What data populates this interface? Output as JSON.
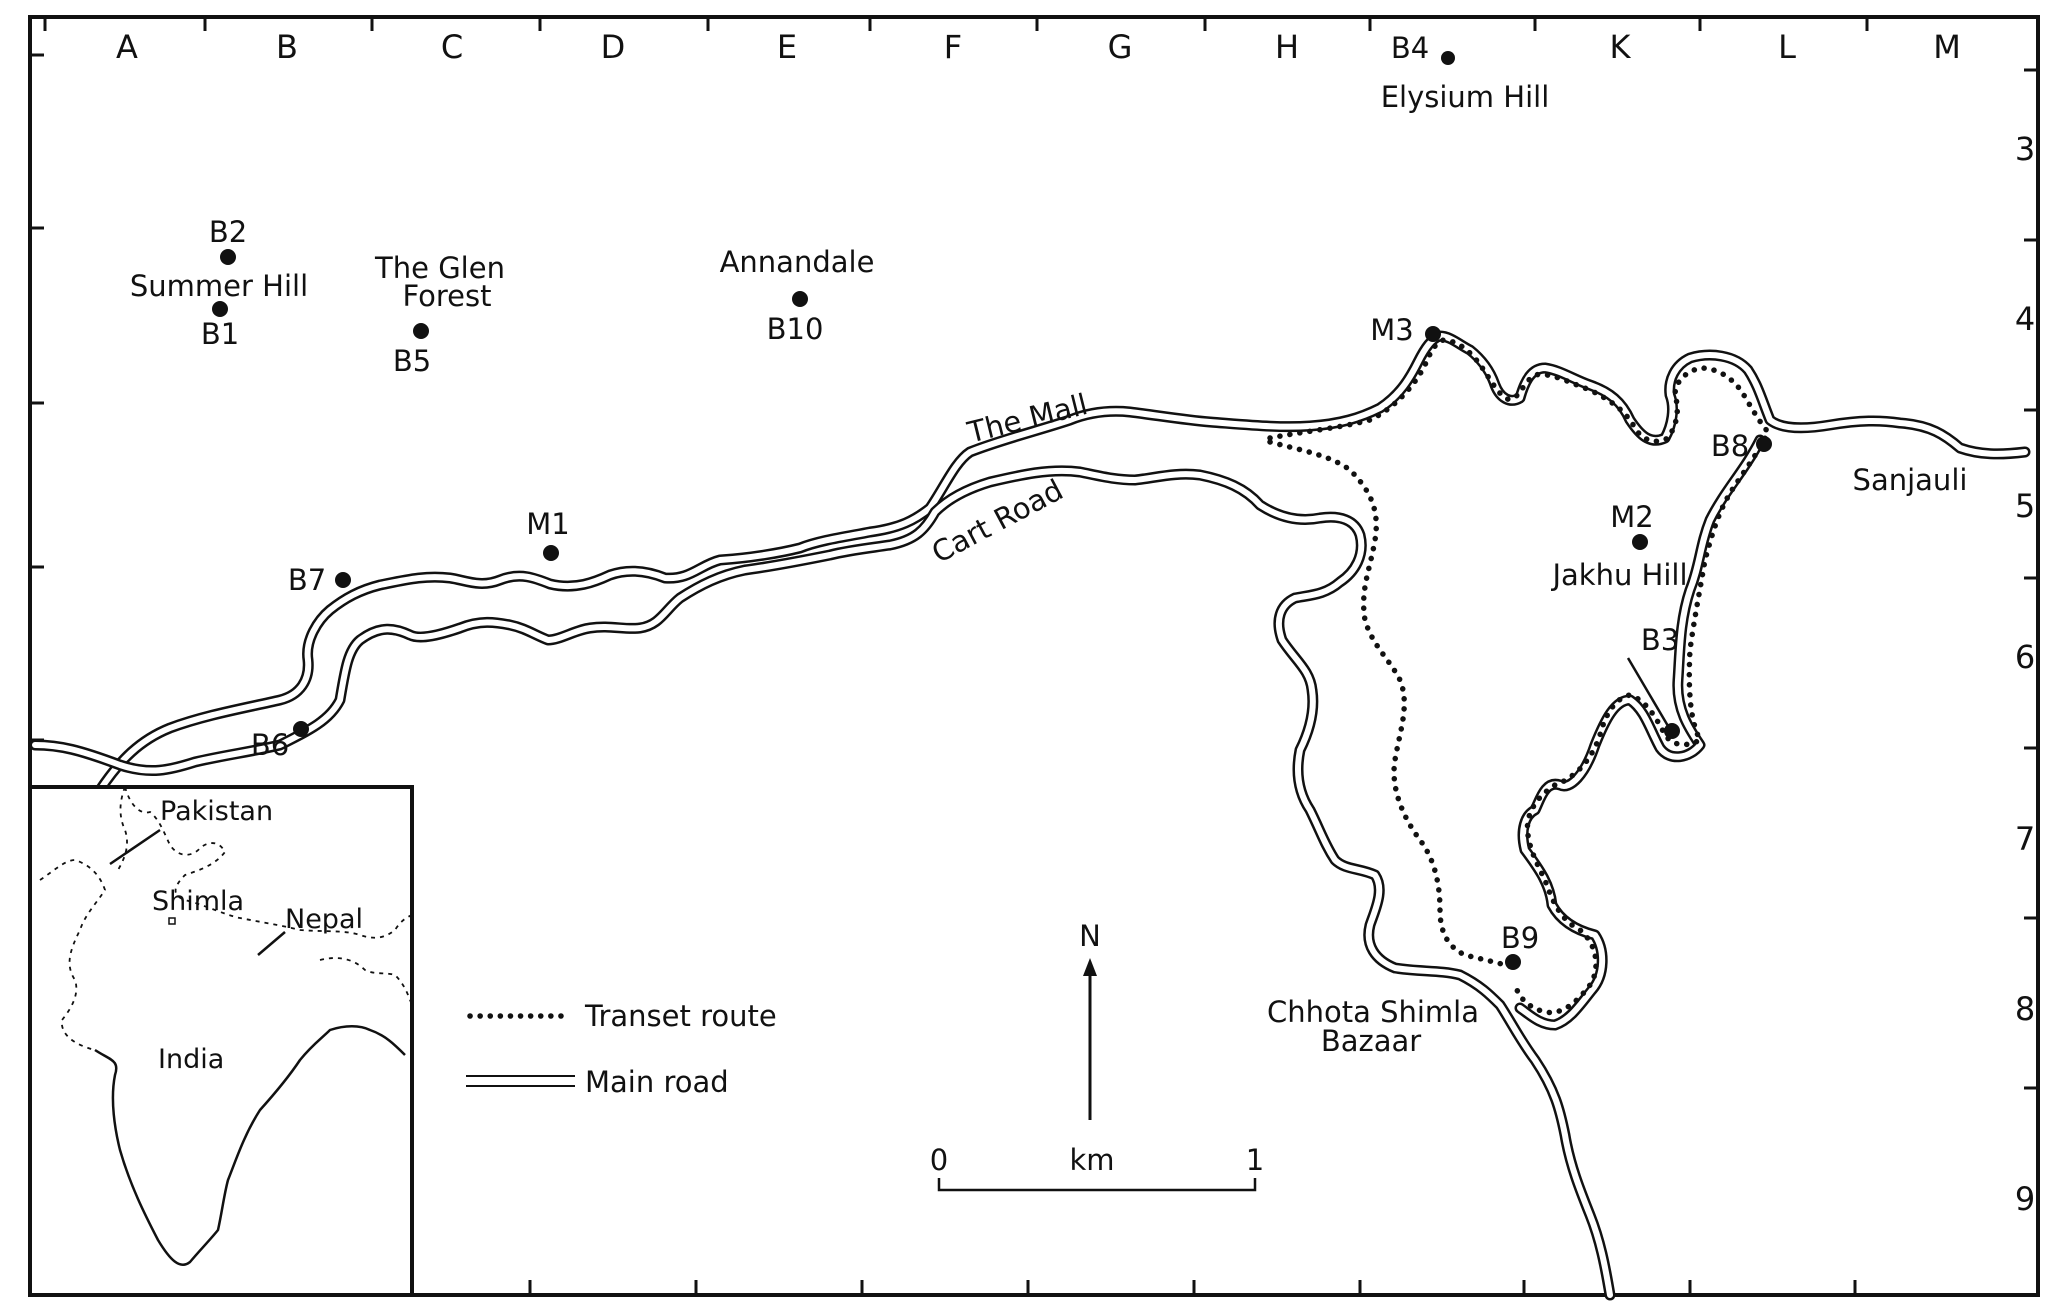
{
  "map": {
    "column_labels": [
      "A",
      "B",
      "C",
      "D",
      "E",
      "F",
      "G",
      "H",
      "B4",
      "K",
      "L",
      "M"
    ],
    "row_labels": [
      "3",
      "4",
      "5",
      "6",
      "7",
      "8",
      "9"
    ],
    "place_names": {
      "elysium_hill": "Elysium Hill",
      "summer_hill": "Summer Hill",
      "the_glen_1": "The Glen",
      "the_glen_2": "Forest",
      "annandale": "Annandale",
      "jakhu_hill": "Jakhu Hill",
      "sanjauli": "Sanjauli",
      "chhota_shimla_1": "Chhota Shimla",
      "chhota_shimla_2": "Bazaar"
    },
    "road_names": {
      "the_mall": "The Mall",
      "cart_road": "Cart Road"
    },
    "sites": {
      "b1": "B1",
      "b2": "B2",
      "b3": "B3",
      "b5": "B5",
      "b6": "B6",
      "b7": "B7",
      "b8": "B8",
      "b9": "B9",
      "b10": "B10",
      "m1": "M1",
      "m2": "M2",
      "m3": "M3"
    },
    "legend": {
      "transect": "Transet route",
      "main_road": "Main road"
    },
    "north_label": "N",
    "scale": {
      "start": "0",
      "unit": "km",
      "end": "1"
    },
    "inset": {
      "pakistan": "Pakistan",
      "shimla": "Shimla",
      "nepal": "Nepal",
      "india": "India"
    }
  }
}
